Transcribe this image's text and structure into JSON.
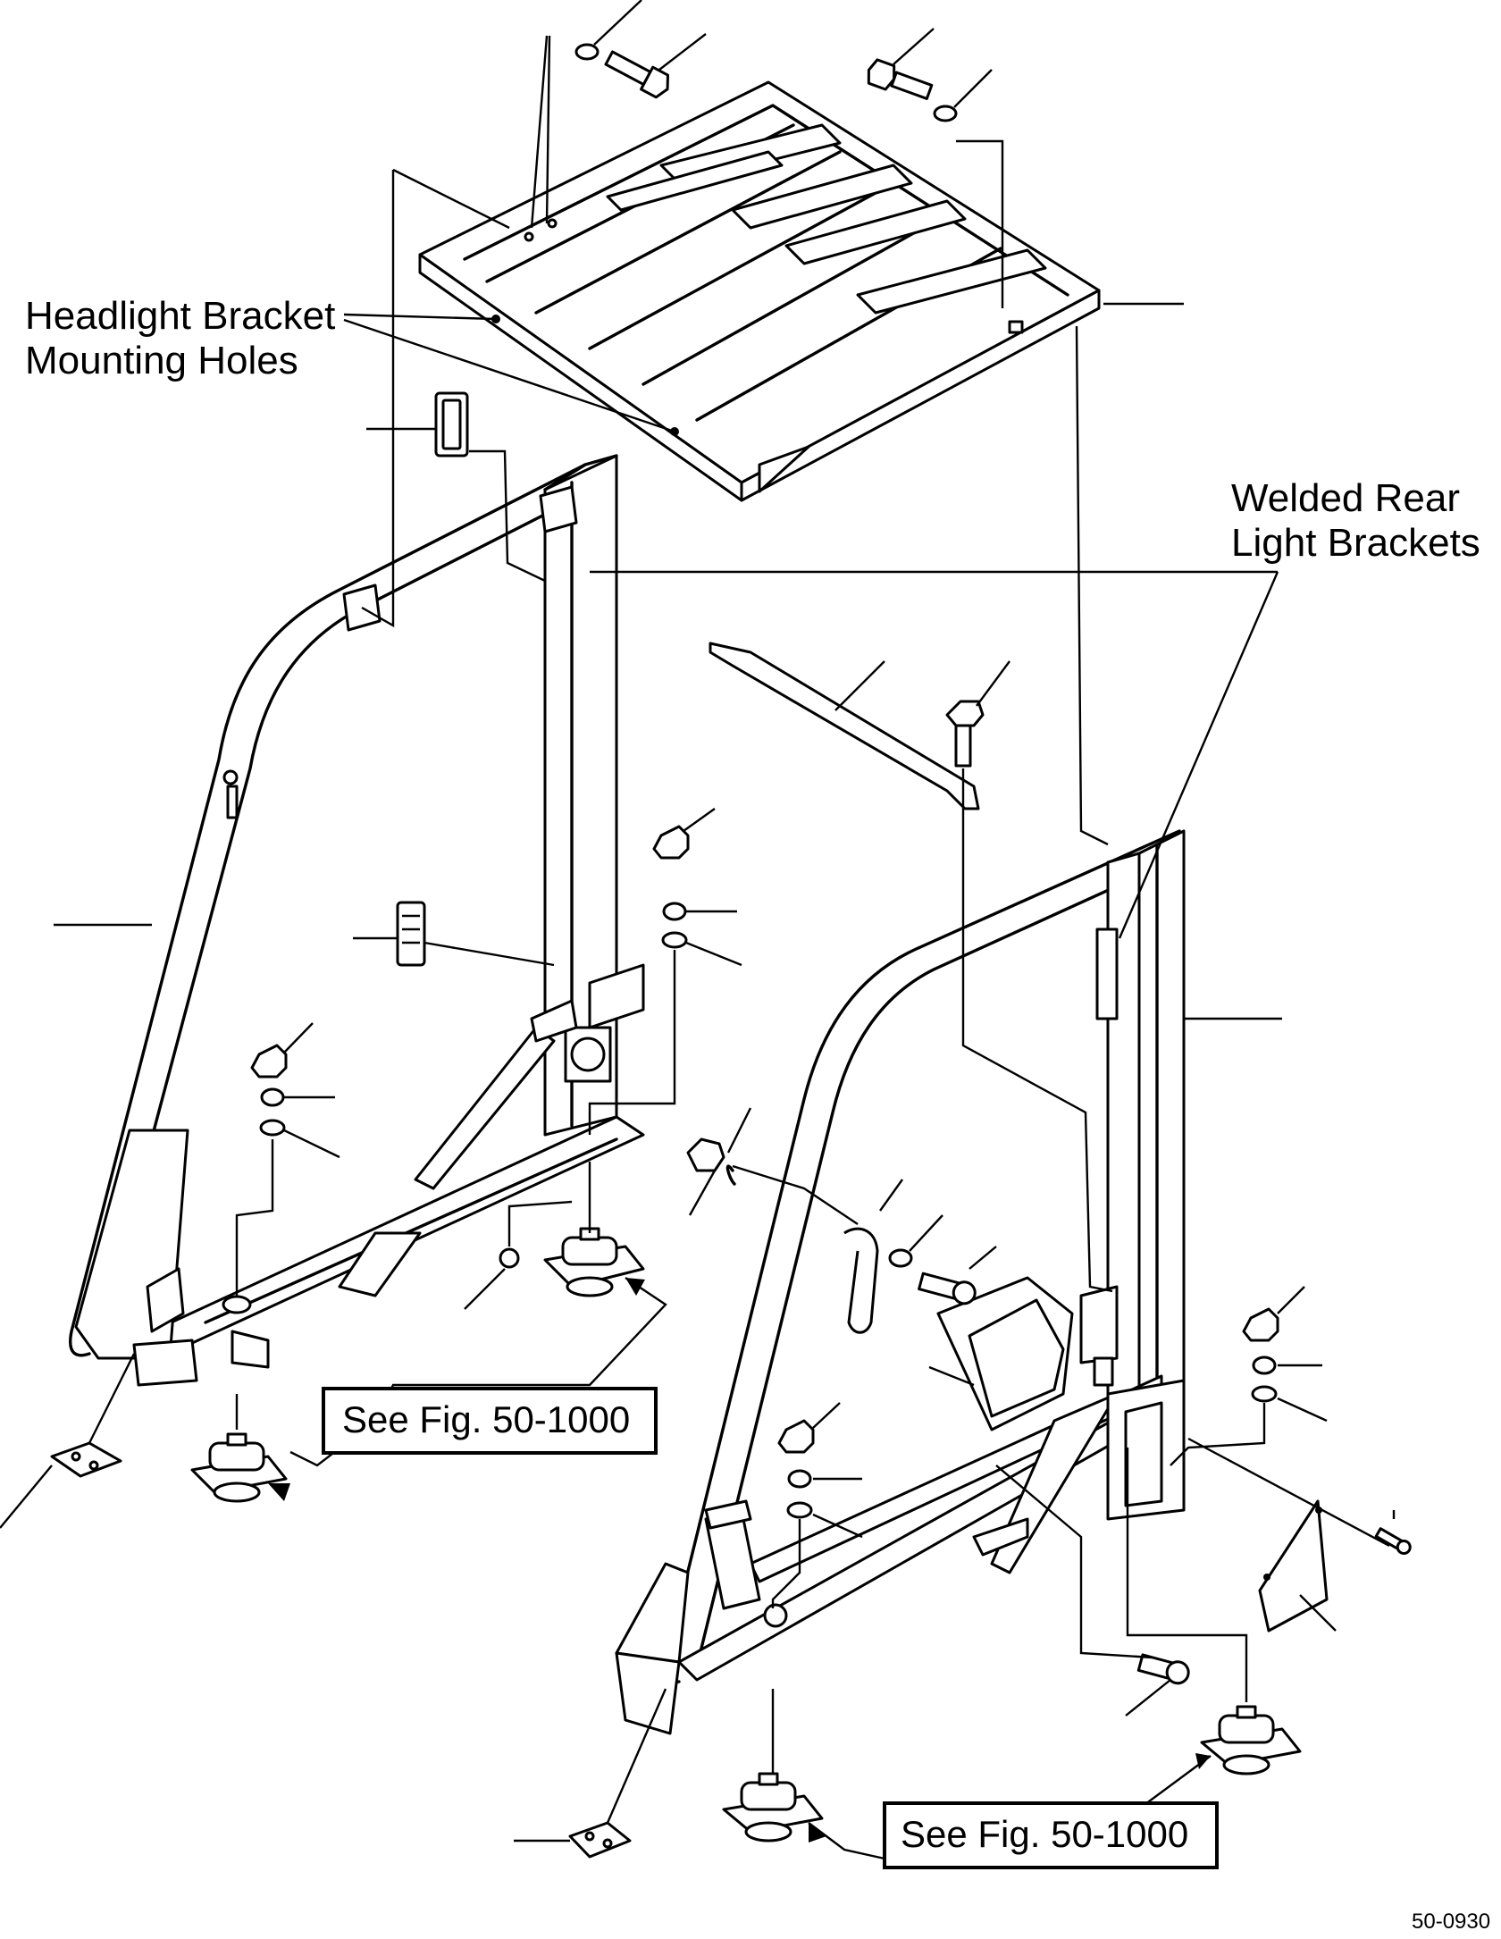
{
  "diagram": {
    "callouts": {
      "headlight_bracket_line1": "Headlight Bracket",
      "headlight_bracket_line2": "Mounting Holes",
      "welded_rear_line1": "Welded Rear",
      "welded_rear_line2": "Light Brackets"
    },
    "references": {
      "see_fig_left": "See Fig. 50-1000",
      "see_fig_right": "See Fig. 50-1000"
    },
    "figure_number": "50-0930"
  }
}
